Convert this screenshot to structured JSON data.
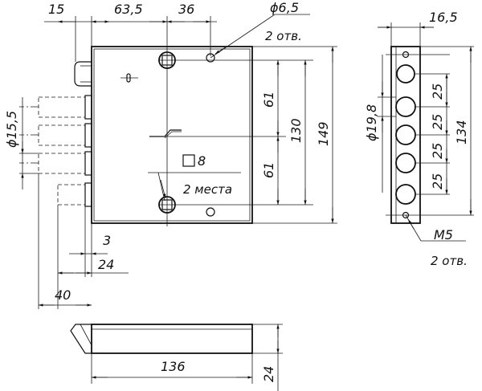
{
  "dimensions": {
    "backset_15": "15",
    "width_63_5": "63,5",
    "offset_36": "36",
    "hole_dia": "ϕ6,5",
    "holes_count": "2 отв.",
    "bolt_dia": "ϕ15,5",
    "spindle": "8",
    "places": "2 места",
    "vert_61_top": "61",
    "vert_130": "130",
    "vert_61_bot": "61",
    "height_149": "149",
    "dim_3": "3",
    "dim_24": "24",
    "dim_40": "40",
    "front_width": "16,5",
    "front_hole_dia": "ϕ19,8",
    "pitch_1": "25",
    "pitch_2": "25",
    "pitch_3": "25",
    "pitch_4": "25",
    "front_height": "134",
    "thread": "M5",
    "thread_count": "2 отв.",
    "body_length": "136",
    "body_thickness": "24"
  }
}
